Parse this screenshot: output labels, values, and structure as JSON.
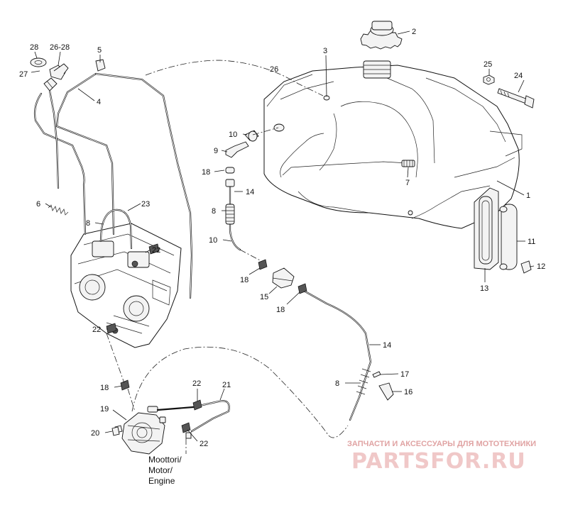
{
  "callouts": {
    "p1": "1",
    "p2": "2",
    "p3": "3",
    "p4": "4",
    "p5": "5",
    "p6": "6",
    "p7": "7",
    "p8a": "8",
    "p8b": "8",
    "p8c": "8",
    "p9": "9",
    "p10a": "10",
    "p10b": "10",
    "p11": "11",
    "p12": "12",
    "p13": "13",
    "p14a": "14",
    "p14b": "14",
    "p15": "15",
    "p16": "16",
    "p17": "17",
    "p18a": "18",
    "p18b": "18",
    "p18c": "18",
    "p18d": "18",
    "p19": "19",
    "p20": "20",
    "p21": "21",
    "p22a": "22",
    "p22b": "22",
    "p22c": "22",
    "p22d": "22",
    "p23": "23",
    "p24": "24",
    "p25": "25",
    "p26": "26",
    "p2628": "26-28",
    "p27": "27",
    "p28": "28"
  },
  "engine_label": [
    "Moottori/",
    "Motor/",
    "Engine"
  ],
  "watermark": {
    "subtitle": "ЗАПЧАСТИ И АКСЕССУАРЫ ДЛЯ МОТОТЕХНИКИ",
    "brand": "PARTSFOR.RU"
  },
  "colors": {
    "line": "#111111",
    "watermark": "#e0a3a3"
  }
}
